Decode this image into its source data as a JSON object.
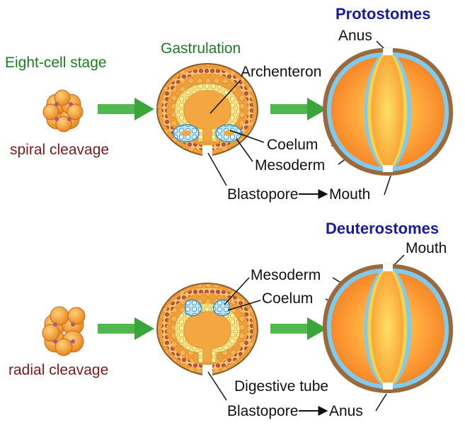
{
  "colors": {
    "heading": "#1a1a9c",
    "green_label": "#1f7a1f",
    "red_label": "#7a1a1a",
    "arrow_green": "#3aa53a",
    "embryo_orange": "#f29a2e",
    "mesoderm_blue": "#7fcbf0",
    "outline_brown": "#8a5a2b"
  },
  "top": {
    "stage_label": "Eight-cell stage",
    "cleavage": "spiral cleavage",
    "gastrulation": "Gastrulation",
    "group": "Protostomes",
    "labels": {
      "archenteron": "Archenteron",
      "coelum": "Coelum",
      "mesoderm": "Mesoderm",
      "anus": "Anus",
      "blastopore": "Blastopore",
      "mouth": "Mouth"
    }
  },
  "bottom": {
    "cleavage": "radial cleavage",
    "group": "Deuterostomes",
    "labels": {
      "mesoderm": "Mesoderm",
      "coelum": "Coelum",
      "mouth": "Mouth",
      "digestive": "Digestive tube",
      "blastopore": "Blastopore",
      "anus": "Anus"
    }
  }
}
